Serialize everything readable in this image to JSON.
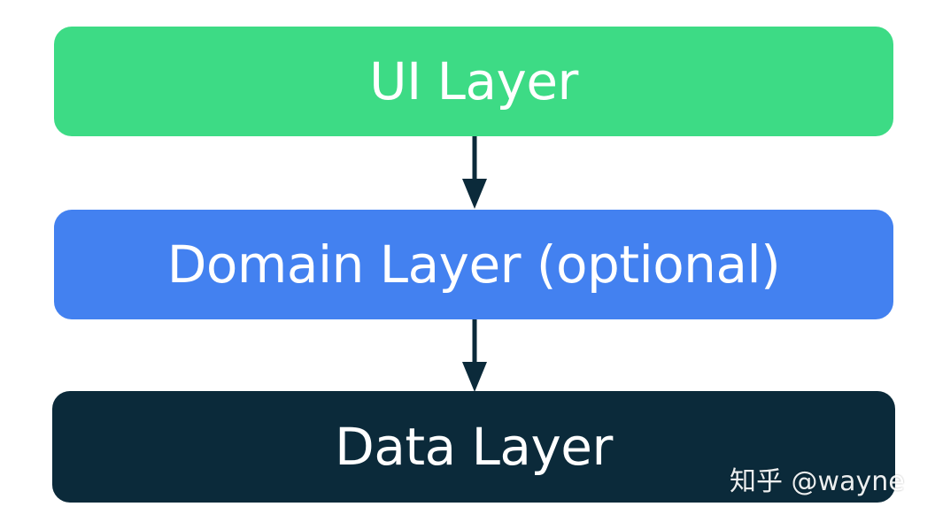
{
  "layers": [
    {
      "label": "UI Layer",
      "color": "#3ddb85"
    },
    {
      "label": "Domain Layer (optional)",
      "color": "#4381f0"
    },
    {
      "label": "Data Layer",
      "color": "#0b2a3a"
    }
  ],
  "arrow_color": "#0b2a3a",
  "watermark": "知乎 @wayne"
}
